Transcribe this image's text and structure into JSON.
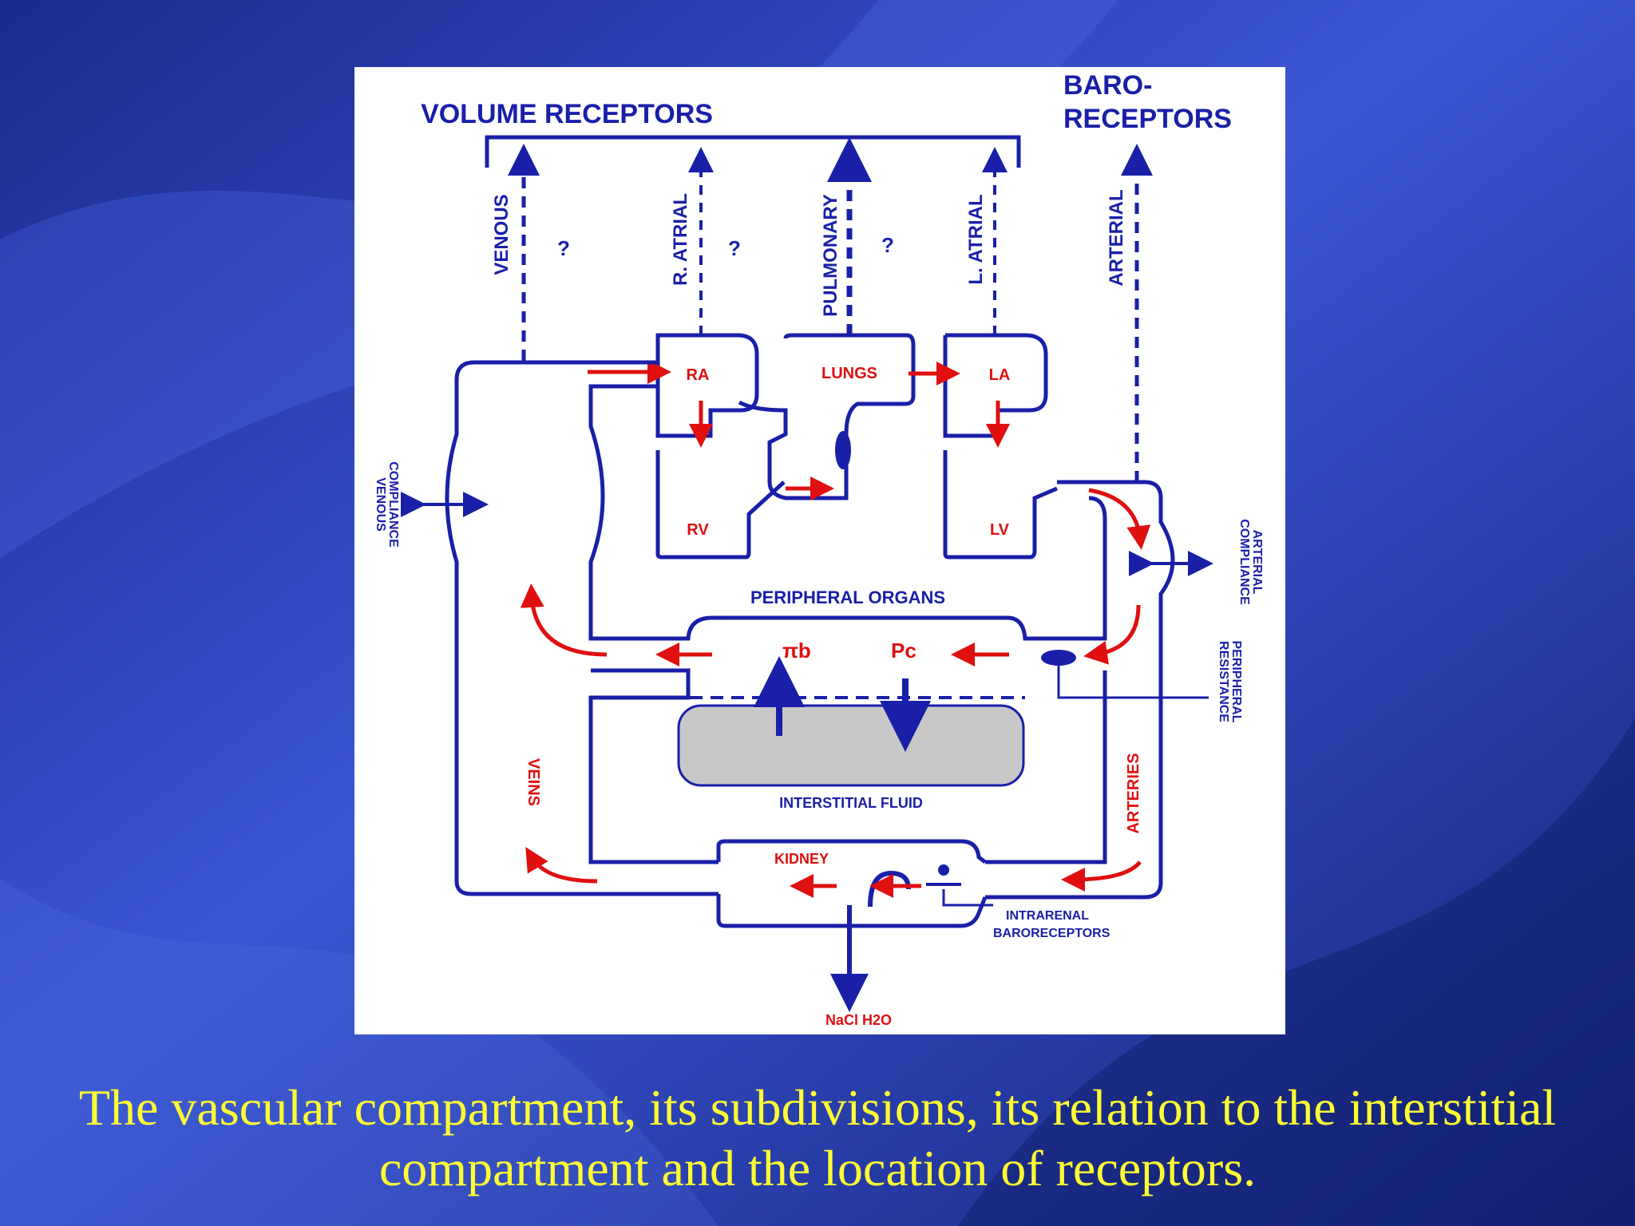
{
  "colors": {
    "background": "#2a3fb8",
    "panel": "#ffffff",
    "diagram_blue": "#1a1fa8",
    "flow_red": "#e01010",
    "interstitial_gray": "#c8c8c8",
    "caption": "#ffff33"
  },
  "diagram": {
    "heading_volume": "VOLUME RECEPTORS",
    "heading_baro_1": "BARO-",
    "heading_baro_2": "RECEPTORS",
    "receptor_venous": "VENOUS",
    "receptor_r_atrial": "R. ATRIAL",
    "receptor_pulmonary": "PULMONARY",
    "receptor_l_atrial": "L. ATRIAL",
    "receptor_arterial": "ARTERIAL",
    "question_mark": "?",
    "ra": "RA",
    "rv": "RV",
    "lungs": "LUNGS",
    "la": "LA",
    "lv": "LV",
    "venous_compliance_1": "VENOUS",
    "venous_compliance_2": "COMPLIANCE",
    "arterial_compliance_1": "ARTERIAL",
    "arterial_compliance_2": "COMPLIANCE",
    "peripheral_resistance_1": "PERIPHERAL",
    "peripheral_resistance_2": "RESISTANCE",
    "peripheral_organs": "PERIPHERAL ORGANS",
    "pi_b": "πb",
    "p_c": "Pc",
    "interstitial_fluid": "INTERSTITIAL FLUID",
    "veins": "VEINS",
    "arteries": "ARTERIES",
    "kidney": "KIDNEY",
    "intrarenal_1": "INTRARENAL",
    "intrarenal_2": "BARORECEPTORS",
    "output": "NaCl  H2O"
  },
  "caption": {
    "line1": "The vascular compartment, its subdivisions, its relation to the interstitial",
    "line2": "compartment and the location of receptors."
  }
}
